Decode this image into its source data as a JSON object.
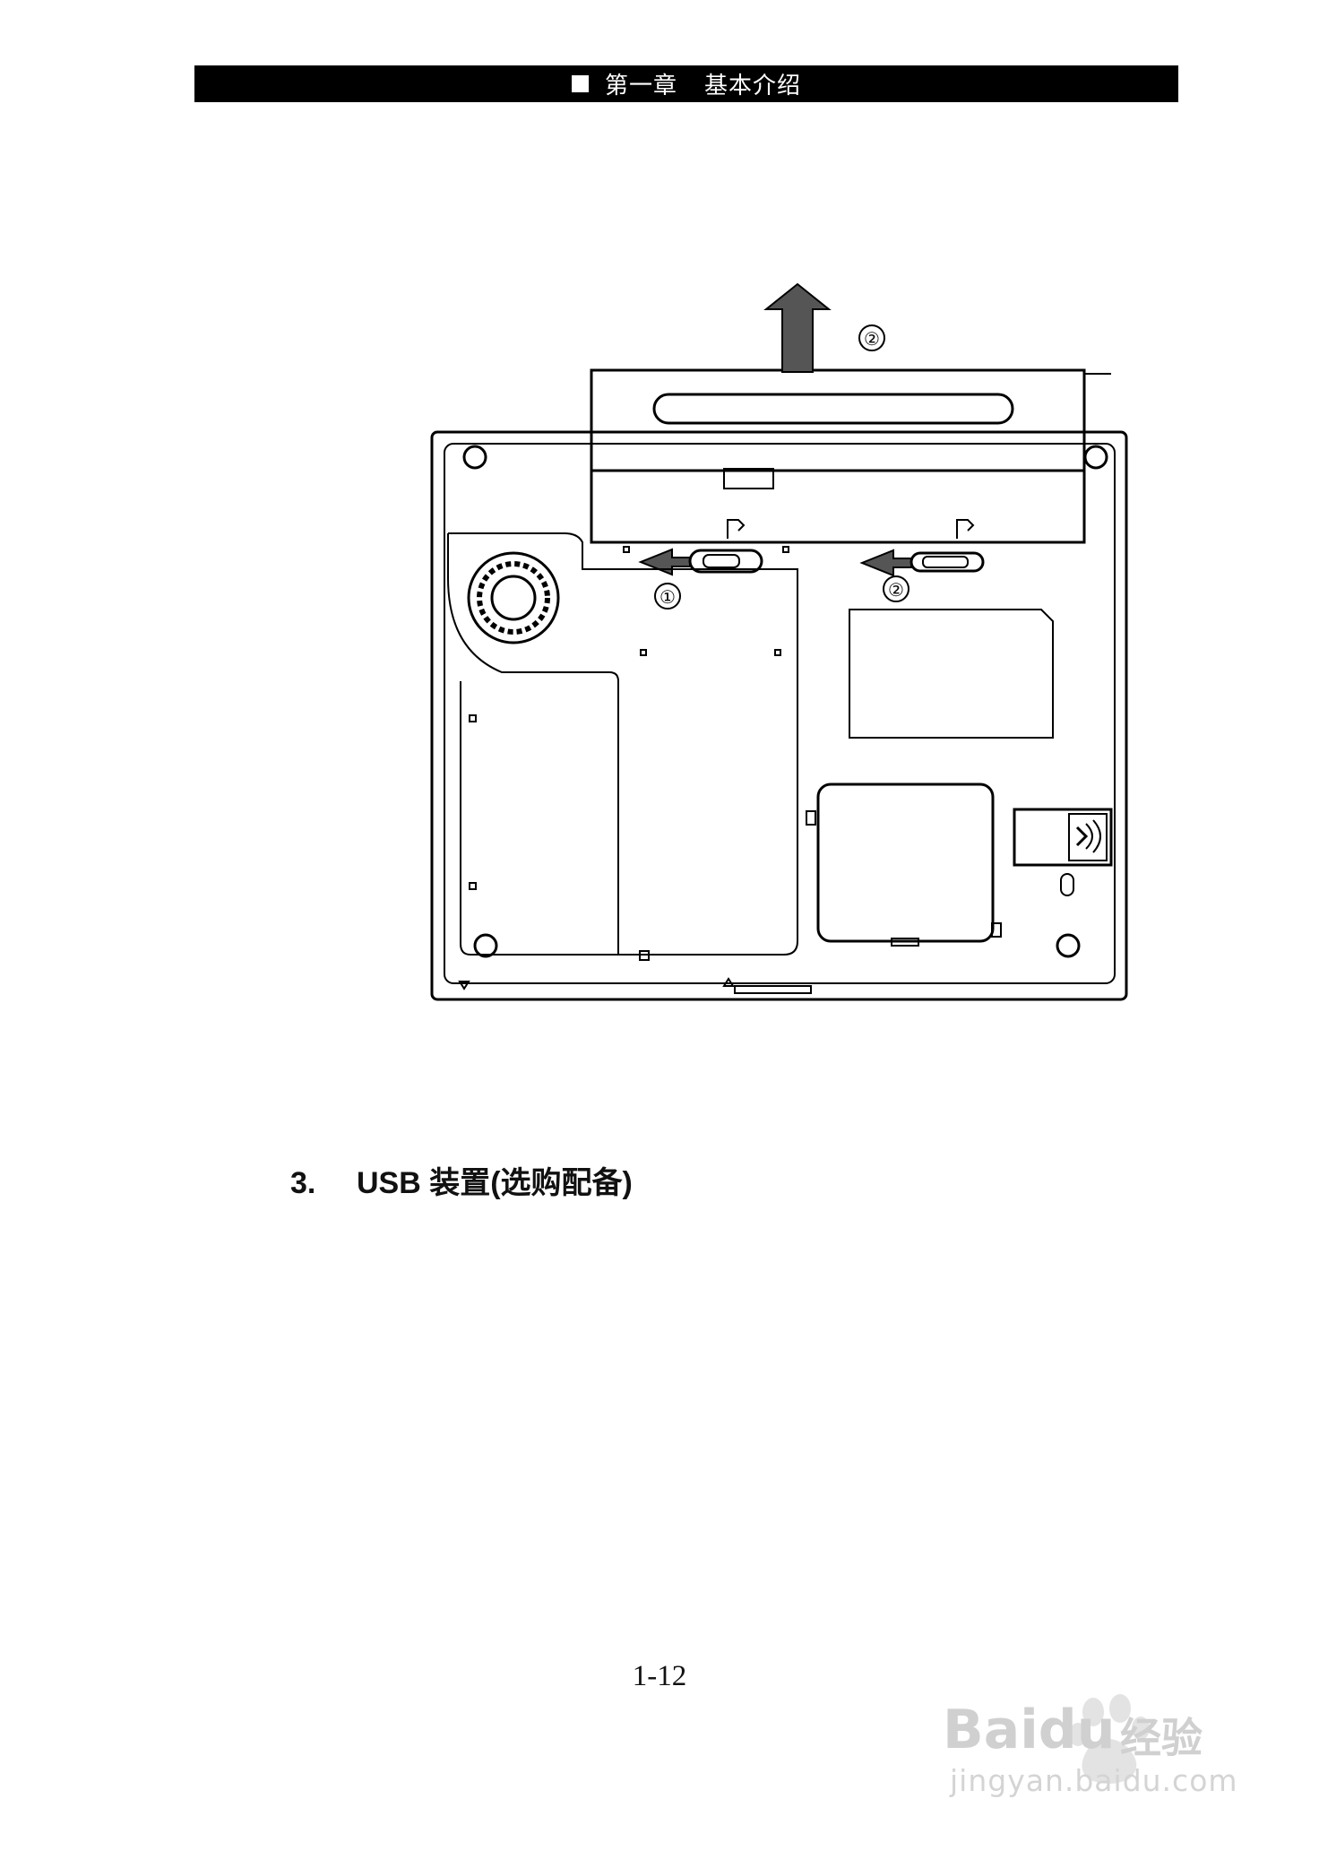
{
  "header": {
    "chapter": "第一章",
    "title": "基本介绍"
  },
  "diagram": {
    "callouts": [
      "①",
      "②",
      "②"
    ]
  },
  "section": {
    "number": "3.",
    "title": "USB 装置(选购配备)"
  },
  "page_number": "1-12",
  "watermark": {
    "brand": "Baidu",
    "brand_suffix": "经验",
    "url": "jingyan.baidu.com"
  }
}
